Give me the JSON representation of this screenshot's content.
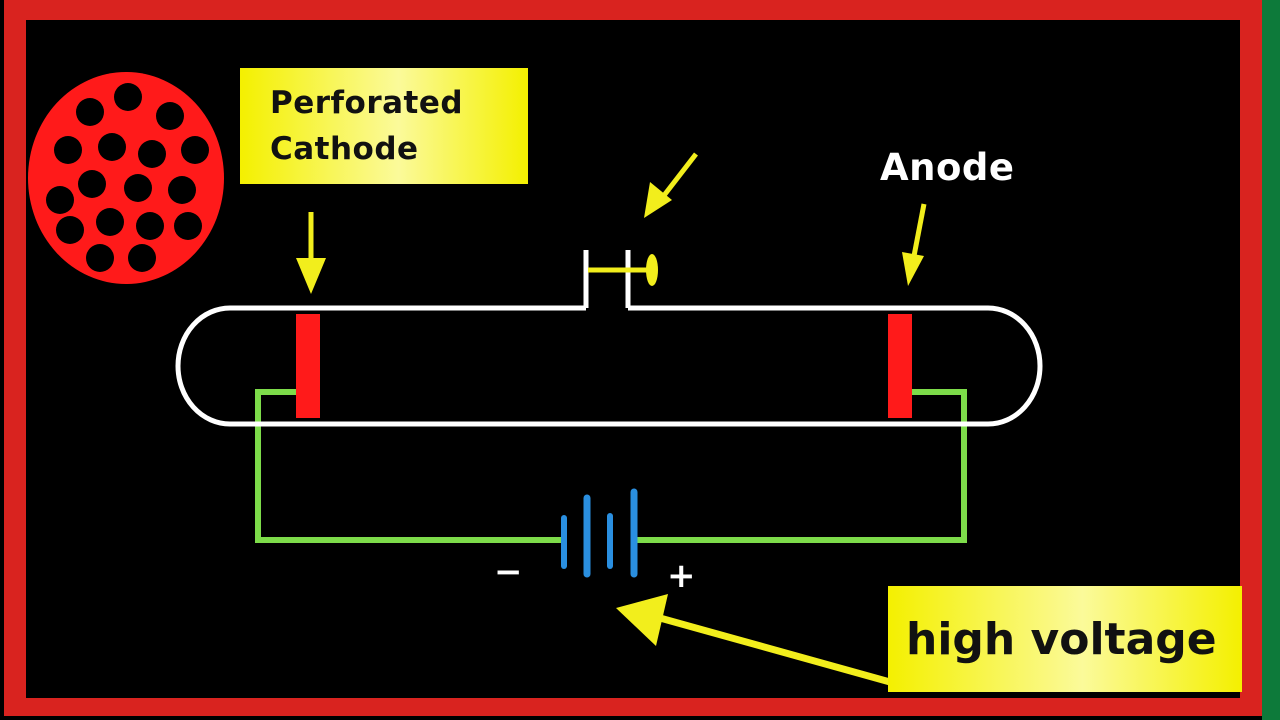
{
  "labels": {
    "cathode_line1": "Perforated",
    "cathode_line2": "Cathode",
    "anode": "Anode",
    "high_voltage": "high voltage",
    "minus": "−",
    "plus": "+"
  },
  "colors": {
    "frame": "#d9231f",
    "background": "#000000",
    "tube": "#ffffff",
    "electrode": "#ff1a1a",
    "wire": "#7ddc4a",
    "battery": "#2a8fe0",
    "arrow": "#f2ee1c",
    "label_bg": "#f4f000"
  }
}
